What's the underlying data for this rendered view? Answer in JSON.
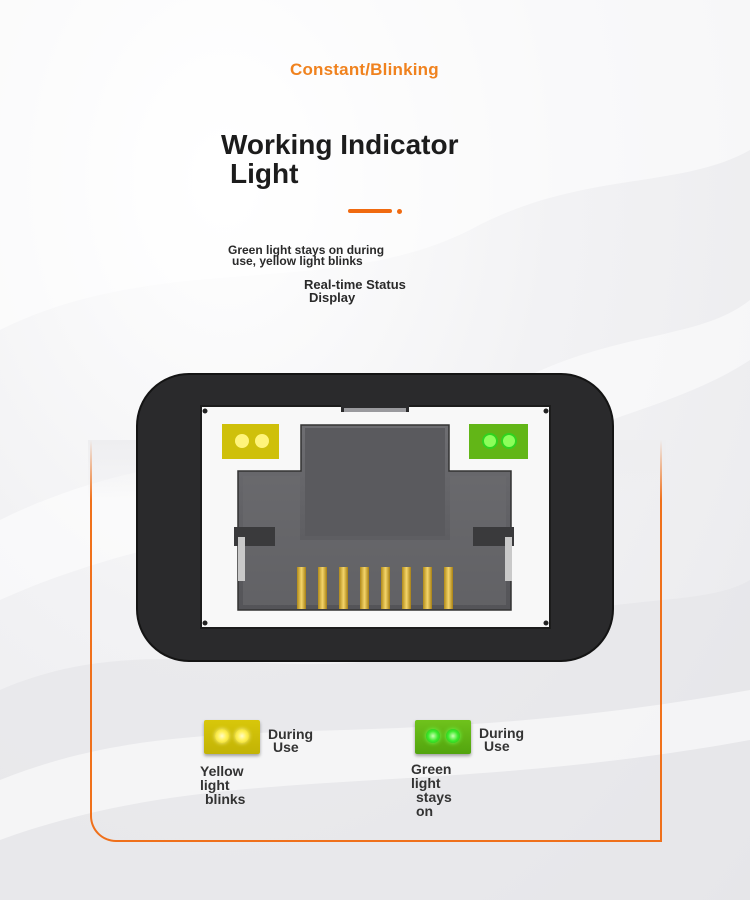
{
  "header": {
    "kicker": "Constant/Blinking",
    "title_line1": "Working Indicator",
    "title_line2": "Light",
    "desc_line1": "Green light stays on during",
    "desc_line2": "use, yellow light blinks",
    "sub_line1": "Real-time Status",
    "sub_line2": "Display"
  },
  "legend": {
    "yellow": {
      "use_line1": "During",
      "use_line2": "Use",
      "state_line1": "Yellow light",
      "state_line2": "blinks"
    },
    "green": {
      "use_line1": "During",
      "use_line2": "Use",
      "state_line1": "Green light",
      "state_line2": "stays on"
    }
  },
  "colors": {
    "accent": "#f06a10",
    "kicker": "#f0821e",
    "yellow_led": "#fff15a",
    "green_led": "#3cea2a"
  },
  "port": {
    "pin_count": 8
  }
}
